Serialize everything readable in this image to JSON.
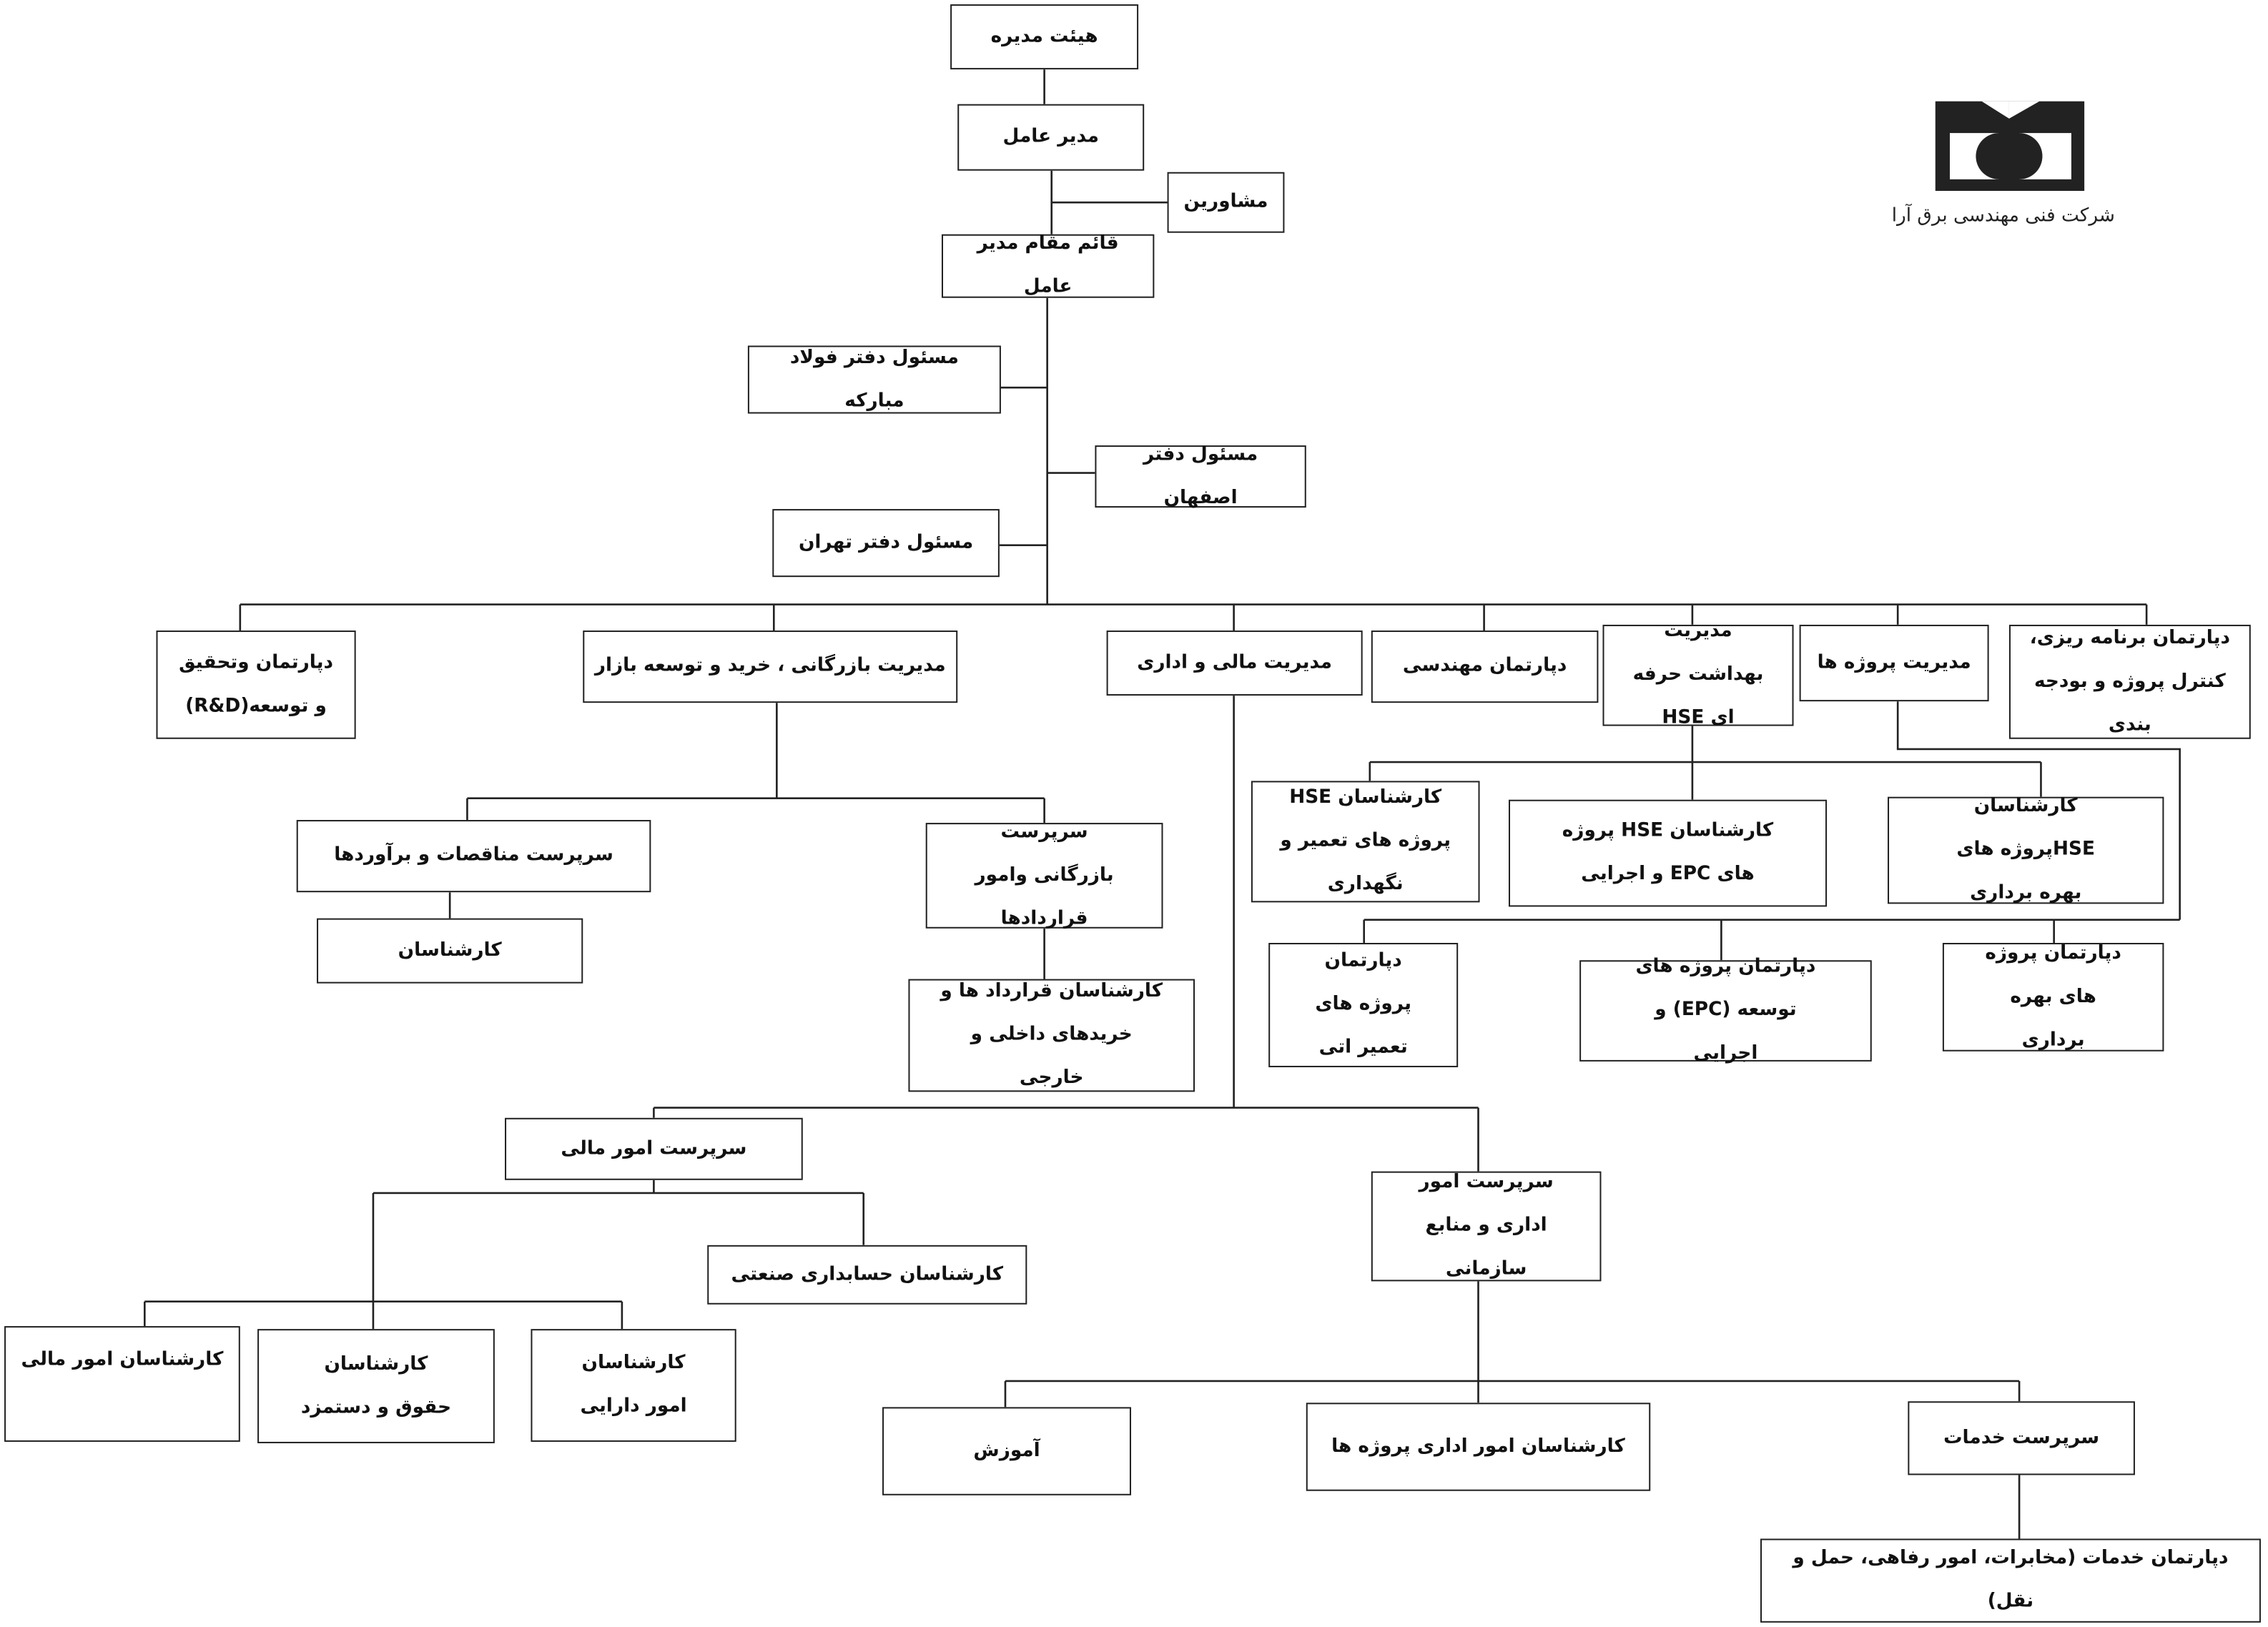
{
  "logo": {
    "company_name": "شرکت فنی مهندسی برق آرا",
    "mark": "BA monogram"
  },
  "nodes": {
    "board": "هیئت مدیره",
    "ceo": "مدیر عامل",
    "advisors": "مشاورین",
    "deputy_ceo": "قائم مقام مدیر عامل",
    "office_mobarakeh": "مسئول دفتر فولاد مبارکه",
    "office_isfahan": "مسئول دفتر اصفهان",
    "office_tehran": "مسئول دفتر تهران",
    "rnd": "دپارتمان وتحقیق و توسعه(R&D)",
    "commerce": "مدیریت بازرگانی ، خرید و توسعه بازار",
    "finance_admin": "مدیریت مالی و اداری",
    "engineering": "دپارتمان مهندسی",
    "hse": "مدیریت بهداشت حرفه ای HSE",
    "projects": "مدیریت پروژه ها",
    "planning": "دپارتمان برنامه ریزی، کنترل پروژه و بودجه بندی",
    "tenders": "سرپرست مناقصات و برآوردها",
    "commerce_contracts": "سرپرست بازرگانی وامور قراردادها",
    "experts": "کارشناسان",
    "contract_experts": "کارشناسان قرارداد ها و خریدهای داخلی و خارجی",
    "hse_maintenance": "کارشناسان HSE پروژه های تعمیر و نگهداری",
    "hse_epc": "کارشناسان HSE پروژه های EPC و اجرایی",
    "hse_operation": "کارشناسان HSEپروژه های بهره برداری",
    "dept_repair": "دپارتمان پروژه های تعمیر اتی",
    "dept_epc": "دپارتمان پروژه های توسعه (EPC) و اجرایی",
    "dept_operation": "دپارتمان پروژه های بهره برداری",
    "finance_sup": "سرپرست امور مالی",
    "admin_hr_sup": "سرپرست امور اداری و منابع سازمانی",
    "industrial_accounting": "کارشناسان حسابداری صنعتی",
    "finance_experts": "کارشناسان امور مالی",
    "payroll_experts": "کارشناسان حقوق و دستمزد",
    "asset_experts": "کارشناسان امور دارایی",
    "training": "آموزش",
    "project_admin_experts": "کارشناسان امور اداری پروژه ها",
    "services_sup": "سرپرست خدمات",
    "services_dept": "دپارتمان خدمات (مخابرات، امور رفاهی، حمل و نقل)"
  }
}
